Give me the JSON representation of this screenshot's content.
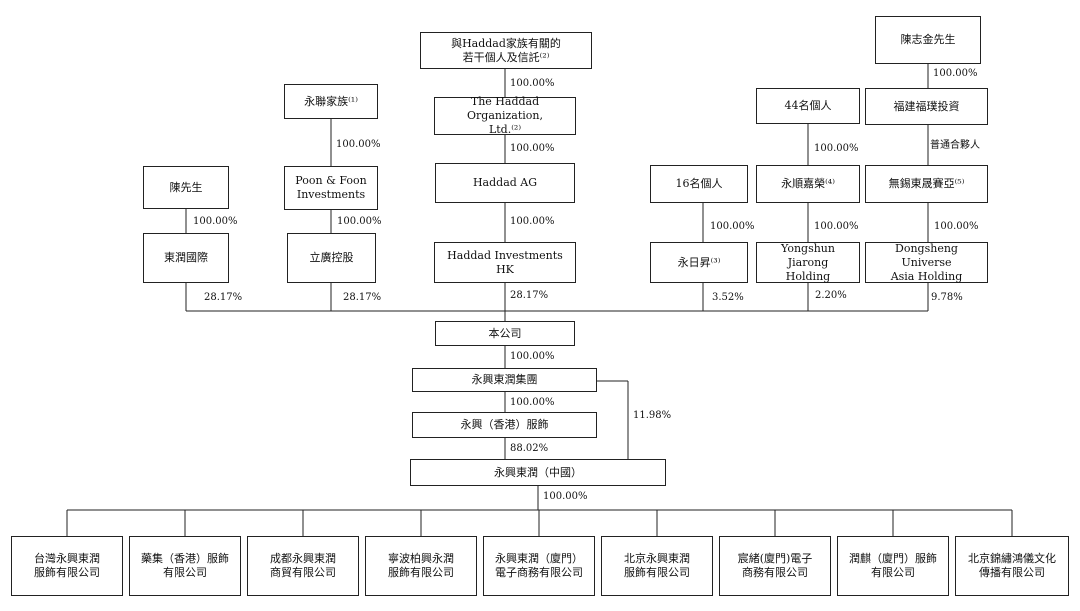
{
  "boxes": {
    "haddad_family": "與Haddad家族有關的\n若干個人及信託⁽²⁾",
    "chan_mr": "陳志金先生",
    "yonglian_family": "永聯家族⁽¹⁾",
    "haddad_org": "The Haddad Organization,\nLtd.⁽²⁾",
    "persons_44": "44名個人",
    "fujian": "福建福璞投資",
    "mr_chan": "陳先生",
    "poon_foon": "Poon & Foon\nInvestments",
    "haddad_ag": "Haddad AG",
    "persons_16": "16名個人",
    "yongshun": "永順嘉榮⁽⁴⁾",
    "wuxi": "無錫東晟賽亞⁽⁵⁾",
    "dongrun_intl": "東潤國際",
    "liguang": "立廣控股",
    "haddad_hk": "Haddad Investments HK",
    "yongrisheng": "永日昇⁽³⁾",
    "yongshun_holding": "Yongshun Jiarong\nHolding",
    "dongsheng_holding": "Dongsheng Universe\nAsia Holding",
    "company": "本公司",
    "group": "永興東潤集團",
    "hk_apparel": "永興（香港）服飾",
    "china": "永興東潤（中國）",
    "sub1": "台灣永興東潤\n服飾有限公司",
    "sub2": "藥集（香港）服飾\n有限公司",
    "sub3": "成都永興東潤\n商貿有限公司",
    "sub4": "寧波柏興永潤\n服飾有限公司",
    "sub5": "永興東潤（廈門）\n電子商務有限公司",
    "sub6": "北京永興東潤\n服飾有限公司",
    "sub7": "宸緒(廈門)電子\n商務有限公司",
    "sub8": "潤麒（廈門）服飾\n有限公司",
    "sub9": "北京錦繡鴻儀文化\n傳播有限公司"
  },
  "percentages": {
    "haddad_family_org": "100.00%",
    "chan_fujian": "100.00%",
    "yonglian_poon": "100.00%",
    "org_ag": "100.00%",
    "persons44_yongshun": "100.00%",
    "fujian_wuxi": "普通合夥人",
    "mrchan_dongrun": "100.00%",
    "poon_liguang": "100.00%",
    "ag_hk": "100.00%",
    "p16_yongri": "100.00%",
    "yongshun_holding": "100.00%",
    "wuxi_dongsheng": "100.00%",
    "dongrun_company": "28.17%",
    "liguang_company": "28.17%",
    "haddadhk_company": "28.17%",
    "yongri_company": "3.52%",
    "yongshunholding_company": "2.20%",
    "dongsheng_company": "9.78%",
    "company_group": "100.00%",
    "group_hk": "100.00%",
    "group_china": "11.98%",
    "hk_china": "88.02%",
    "china_subs": "100.00%"
  }
}
